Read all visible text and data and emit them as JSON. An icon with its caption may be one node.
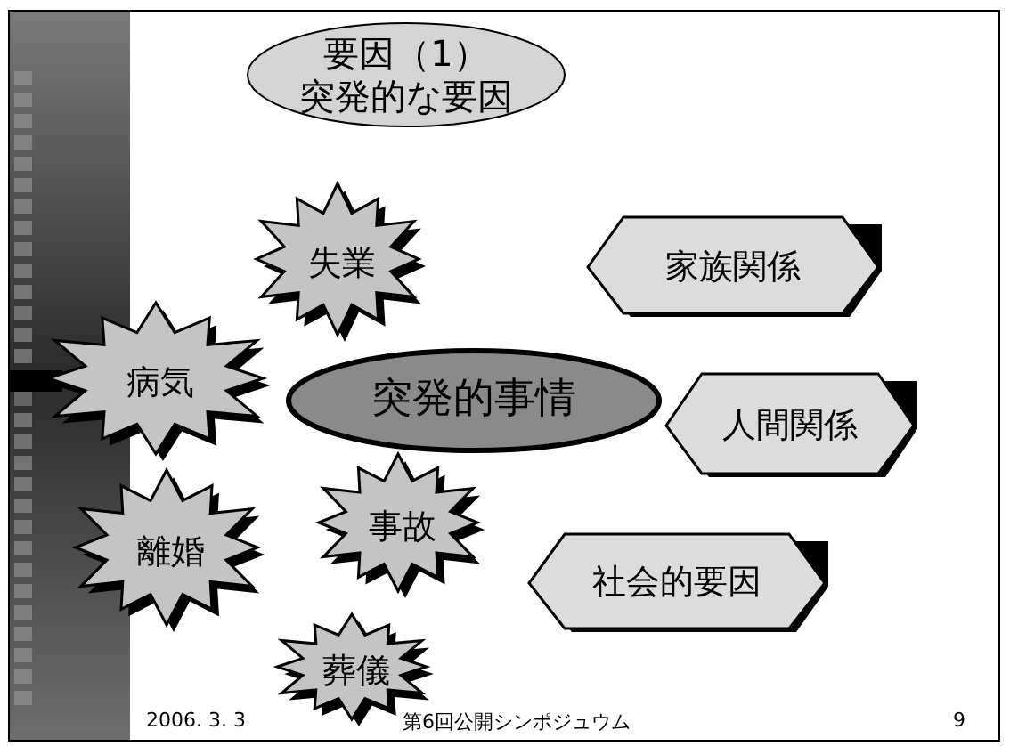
{
  "diagram": {
    "nodes": [
      {
        "text": [
          "要因（1）",
          "突発的な要因"
        ]
      },
      {
        "text": [
          "失業"
        ]
      },
      {
        "text": [
          "家族関係"
        ]
      },
      {
        "text": [
          "病気"
        ]
      },
      {
        "text": [
          "突発的事情"
        ]
      },
      {
        "text": [
          "人間関係"
        ]
      },
      {
        "text": [
          "離婚"
        ]
      },
      {
        "text": [
          "事故"
        ]
      },
      {
        "text": [
          "社会的要因"
        ]
      },
      {
        "text": [
          "葬儀"
        ]
      }
    ],
    "labels": [
      "2006. 3. 3",
      "第6回公開シンポジュウム",
      "9"
    ]
  }
}
